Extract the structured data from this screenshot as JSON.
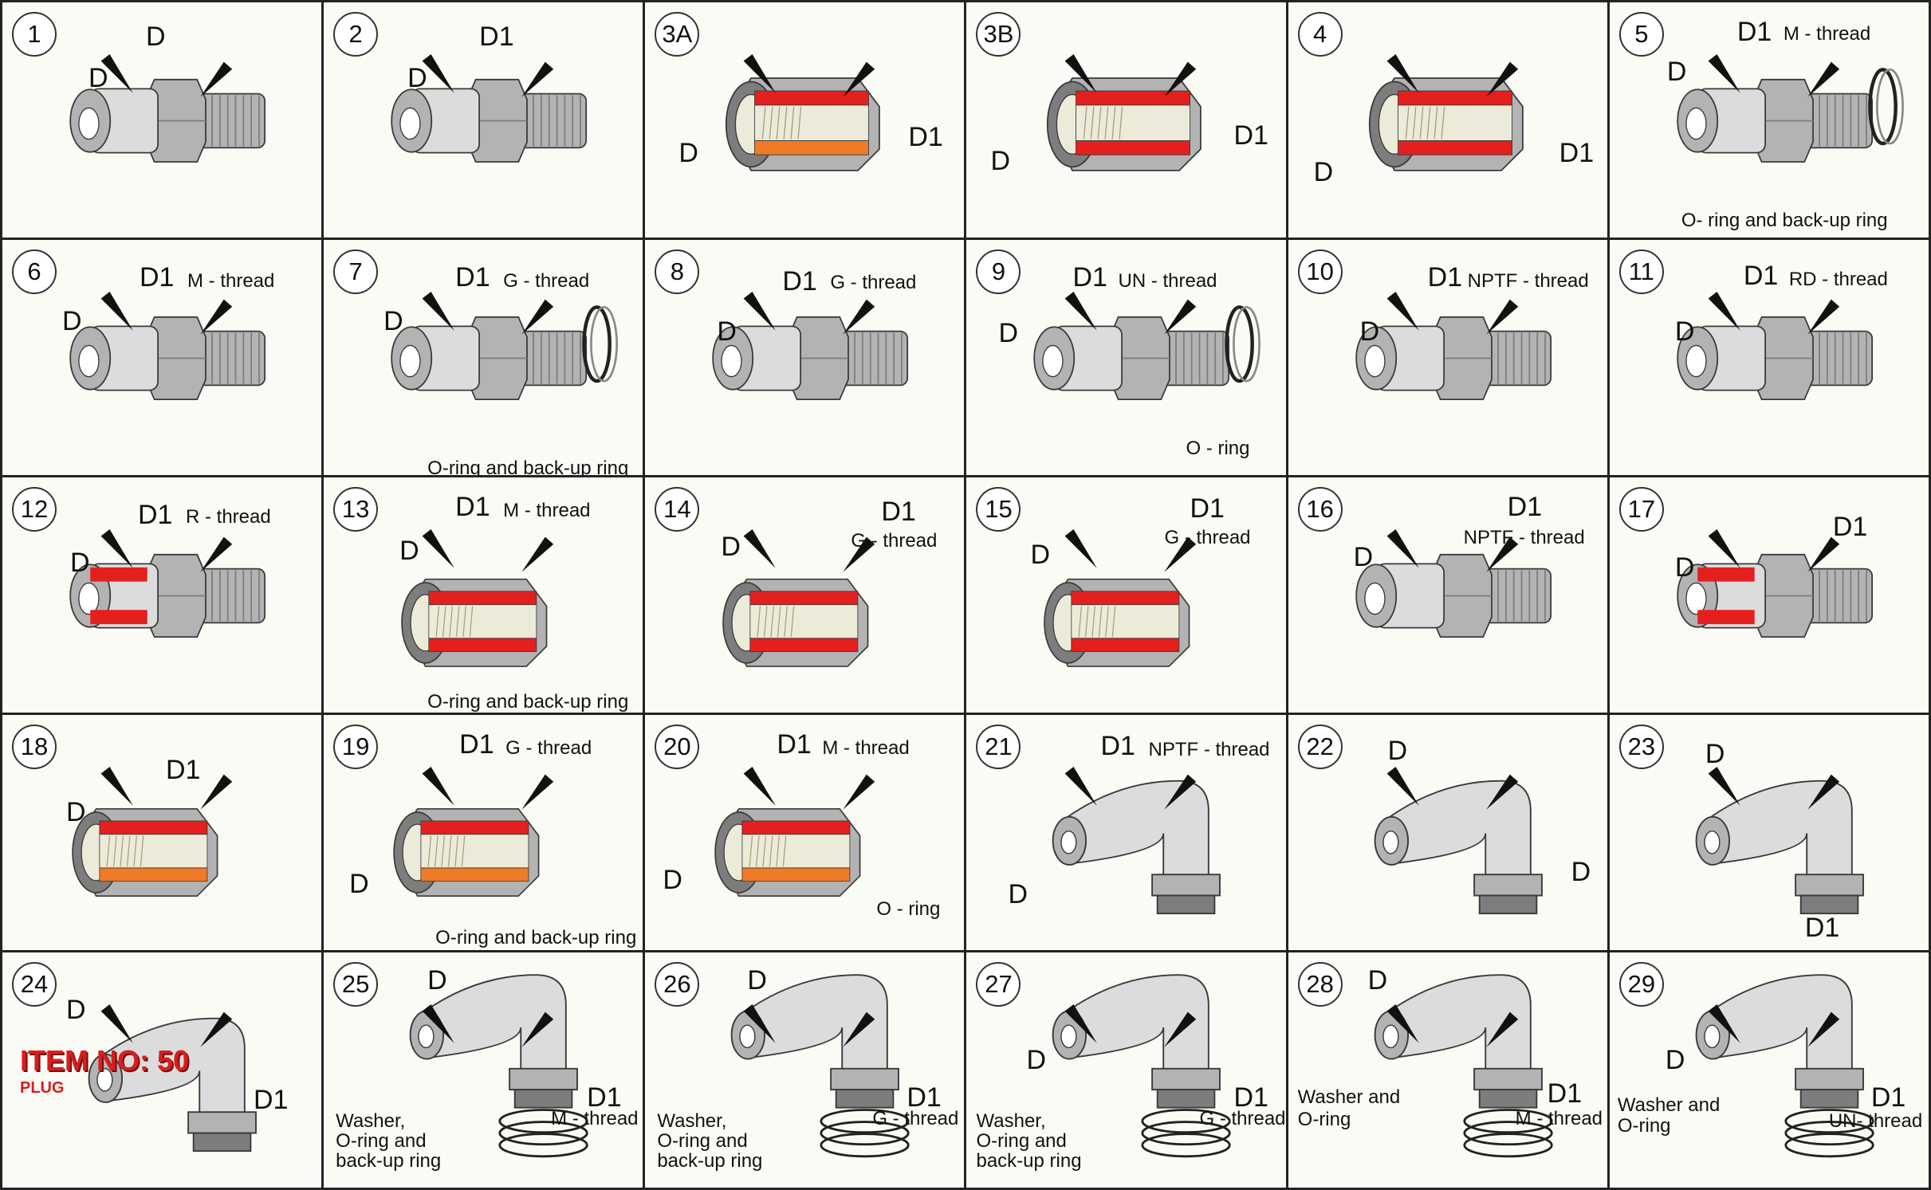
{
  "cells": [
    {
      "num": "1",
      "labels": [
        "D",
        "D"
      ]
    },
    {
      "num": "2",
      "labels": [
        "D",
        "D1"
      ]
    },
    {
      "num": "3A",
      "labels": [
        "D",
        "D1"
      ]
    },
    {
      "num": "3B",
      "labels": [
        "D",
        "D1"
      ]
    },
    {
      "num": "4",
      "labels": [
        "D",
        "D1"
      ]
    },
    {
      "num": "5",
      "labels": [
        "D1",
        "M - thread",
        "D",
        "O- ring and back-up ring"
      ]
    },
    {
      "num": "6",
      "labels": [
        "D1",
        "M - thread",
        "D"
      ]
    },
    {
      "num": "7",
      "labels": [
        "D1",
        "G - thread",
        "D",
        "O-ring and back-up ring"
      ]
    },
    {
      "num": "8",
      "labels": [
        "D1",
        "G - thread",
        "D"
      ]
    },
    {
      "num": "9",
      "labels": [
        "D1",
        "UN - thread",
        "D",
        "O - ring"
      ]
    },
    {
      "num": "10",
      "labels": [
        "D1",
        "NPTF - thread",
        "D"
      ]
    },
    {
      "num": "11",
      "labels": [
        "D1",
        "RD - thread",
        "D"
      ]
    },
    {
      "num": "12",
      "labels": [
        "D1",
        "R - thread",
        "D"
      ]
    },
    {
      "num": "13",
      "labels": [
        "D1",
        "M - thread",
        "D",
        "O-ring and back-up ring"
      ]
    },
    {
      "num": "14",
      "labels": [
        "D1",
        "G - thread",
        "D"
      ]
    },
    {
      "num": "15",
      "labels": [
        "D1",
        "G - thread",
        "D"
      ]
    },
    {
      "num": "16",
      "labels": [
        "D1",
        "NPTF - thread",
        "D"
      ]
    },
    {
      "num": "17",
      "labels": [
        "D1",
        "D"
      ]
    },
    {
      "num": "18",
      "labels": [
        "D1",
        "D"
      ]
    },
    {
      "num": "19",
      "labels": [
        "D1",
        "G - thread",
        "D",
        "O-ring and back-up ring"
      ]
    },
    {
      "num": "20",
      "labels": [
        "D1",
        "M - thread",
        "D",
        "O - ring"
      ]
    },
    {
      "num": "21",
      "labels": [
        "D1",
        "NPTF - thread",
        "D"
      ]
    },
    {
      "num": "22",
      "labels": [
        "D",
        "D"
      ]
    },
    {
      "num": "23",
      "labels": [
        "D",
        "D1"
      ]
    },
    {
      "num": "24",
      "labels": [
        "D",
        "D1"
      ]
    },
    {
      "num": "25",
      "labels": [
        "D",
        "D1",
        "M - thread",
        "Washer,",
        "O-ring and",
        "back-up ring"
      ]
    },
    {
      "num": "26",
      "labels": [
        "D",
        "D1",
        "G - thread",
        "Washer,",
        "O-ring and",
        "back-up ring"
      ]
    },
    {
      "num": "27",
      "labels": [
        "D",
        "D1",
        "G - thread",
        "Washer,",
        "O-ring and",
        "back-up ring"
      ]
    },
    {
      "num": "28",
      "labels": [
        "D",
        "D1",
        "M - thread",
        "Washer and",
        "O-ring"
      ]
    },
    {
      "num": "29",
      "labels": [
        "D",
        "D1",
        "UN- thread",
        "Washer and",
        "O-ring"
      ]
    }
  ],
  "overlay": {
    "item_no": "ITEM NO: 50",
    "plug": "PLUG"
  },
  "colors": {
    "metal": "#b3b3b3",
    "metal_dark": "#7d7d7d",
    "metal_light": "#dcdcdc",
    "section_red": "#e3201e",
    "section_orange": "#f07a26",
    "bore": "#ecebd9",
    "outline": "#3a3a3a"
  }
}
